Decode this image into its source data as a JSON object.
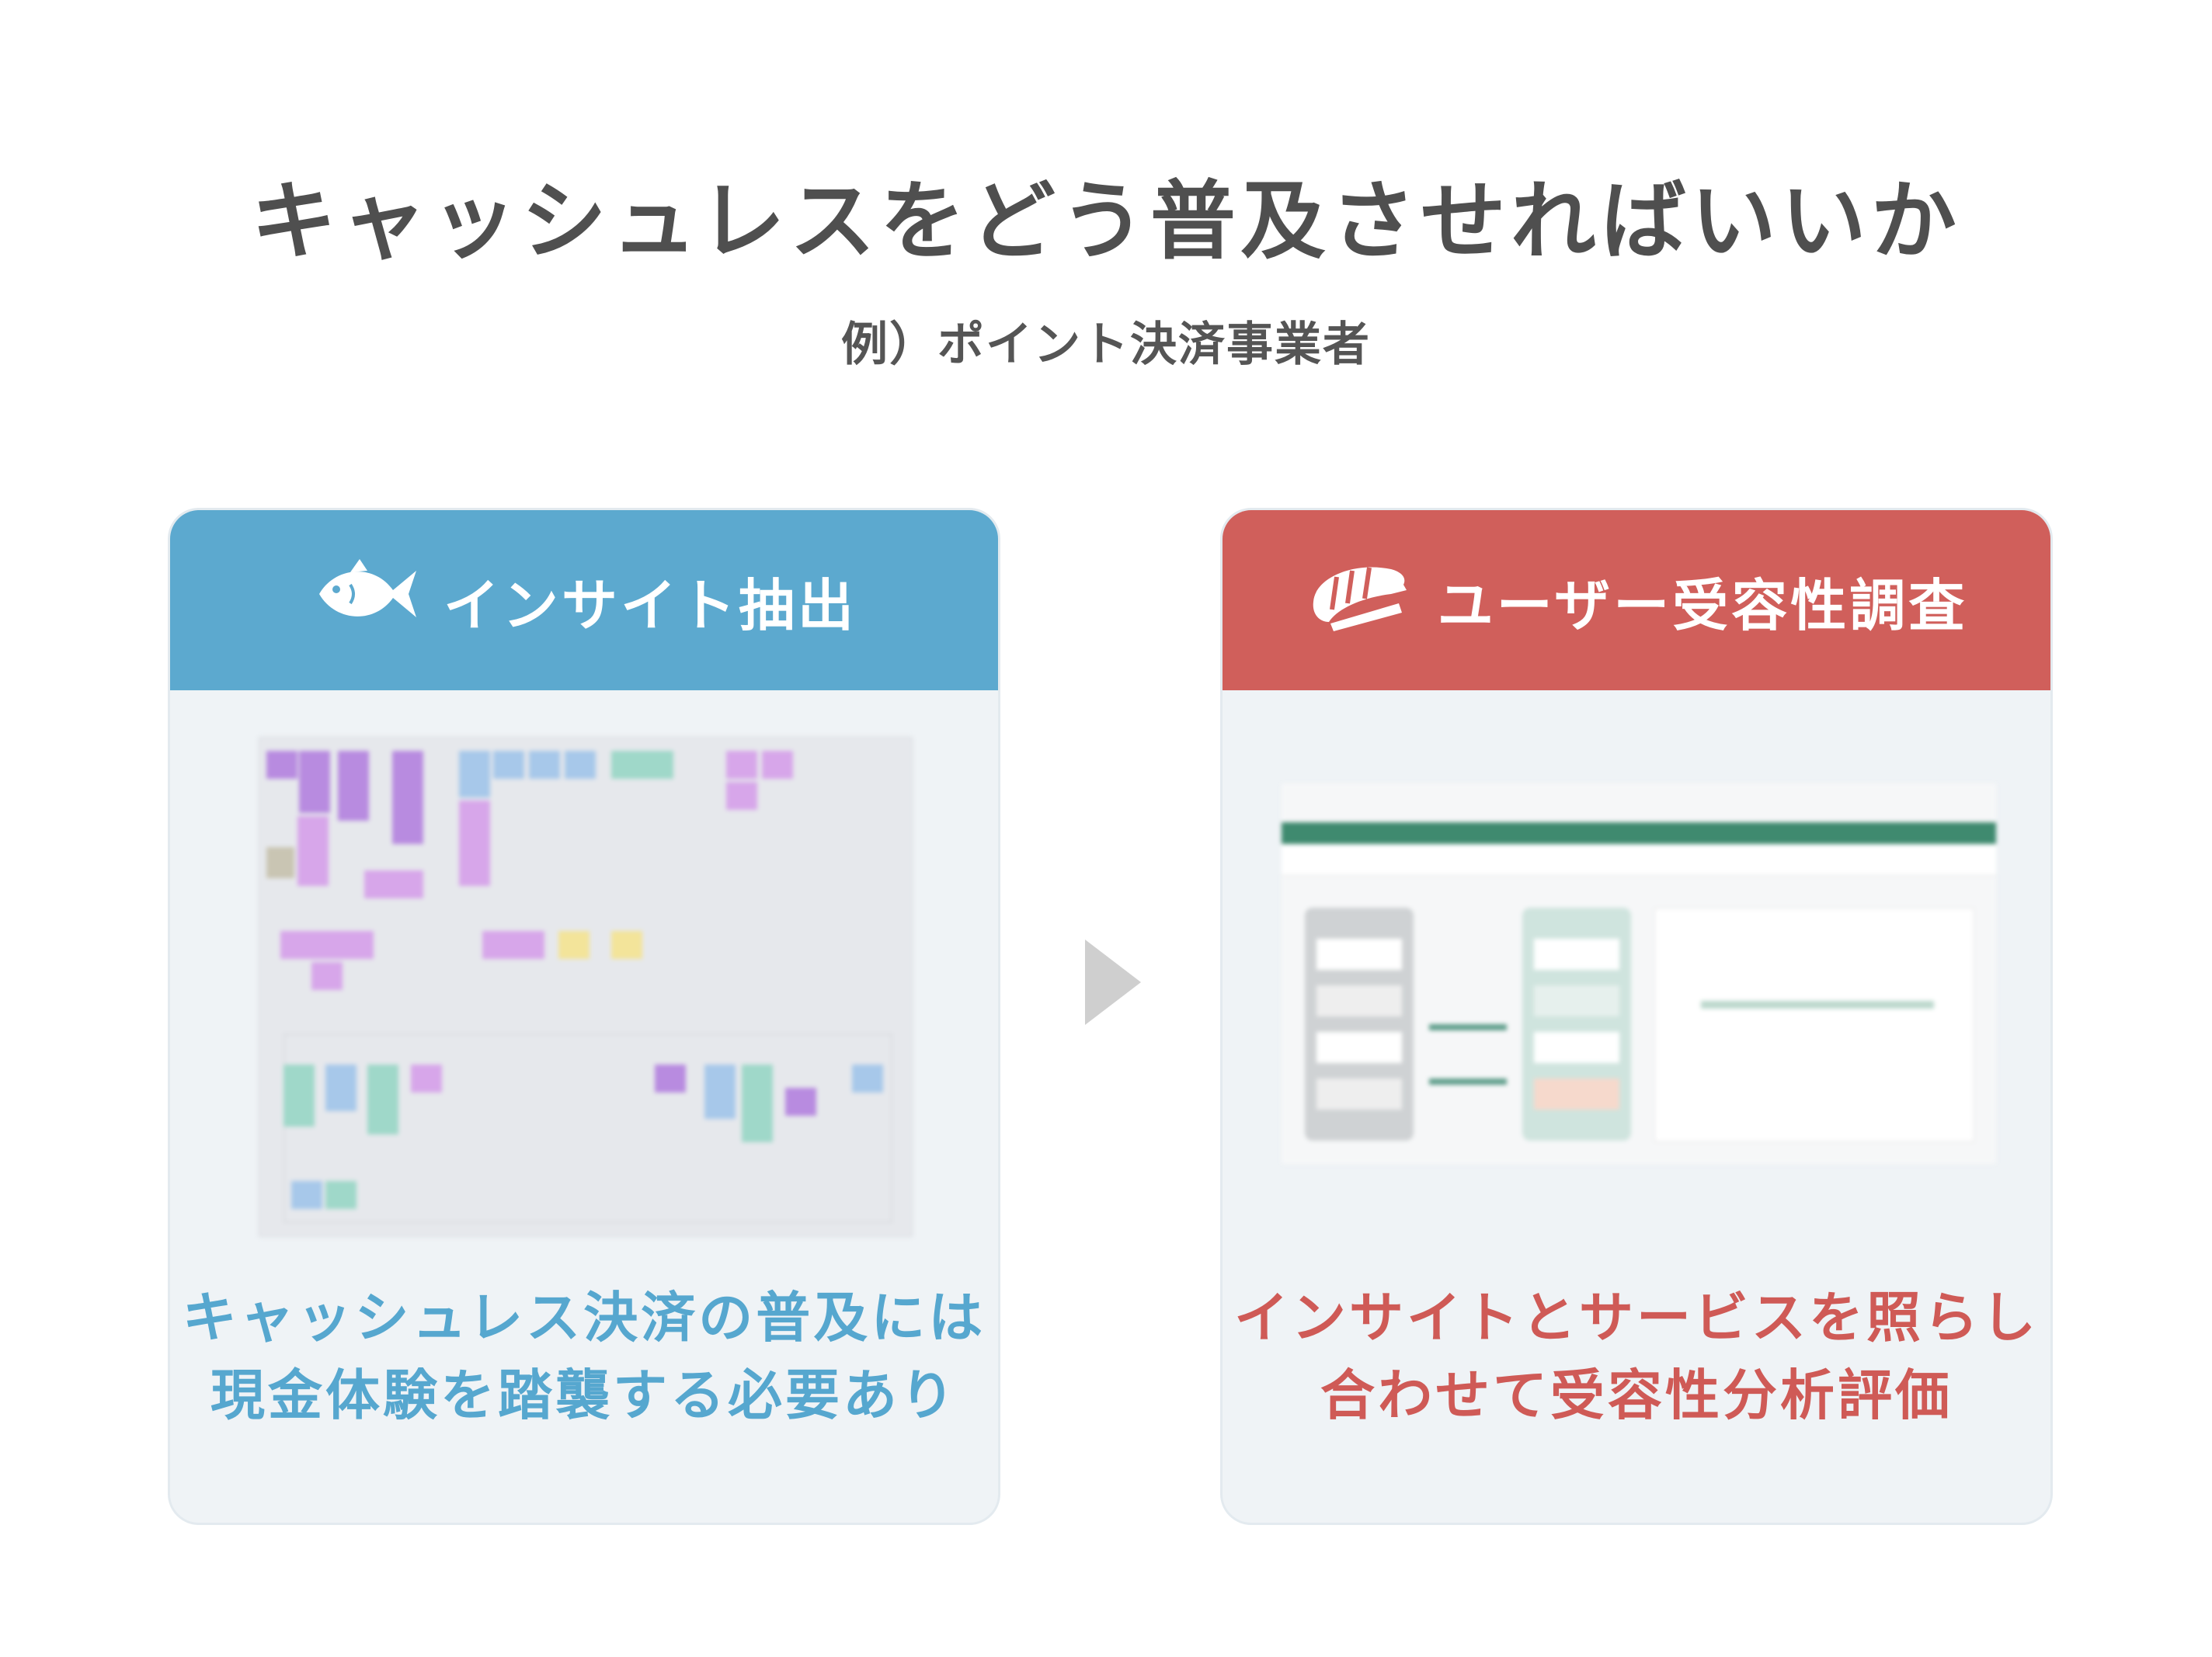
{
  "title": "キャッシュレスをどう普及させればいいか",
  "subtitle": "例）ポイント決済事業者",
  "left_card": {
    "header": "インサイト抽出",
    "icon": "fish-icon",
    "caption_line1": "キャッシュレス決済の普及には",
    "caption_line2": "現金体験を踏襲する必要あり",
    "color": "#5ca9cf"
  },
  "right_card": {
    "header": "ユーザー受容性調査",
    "icon": "sushi-icon",
    "caption_line1": "インサイトとサービスを照らし",
    "caption_line2": "合わせて受容性分析評価",
    "color": "#d05f5b"
  },
  "arrow_icon": "chevron-right-icon"
}
